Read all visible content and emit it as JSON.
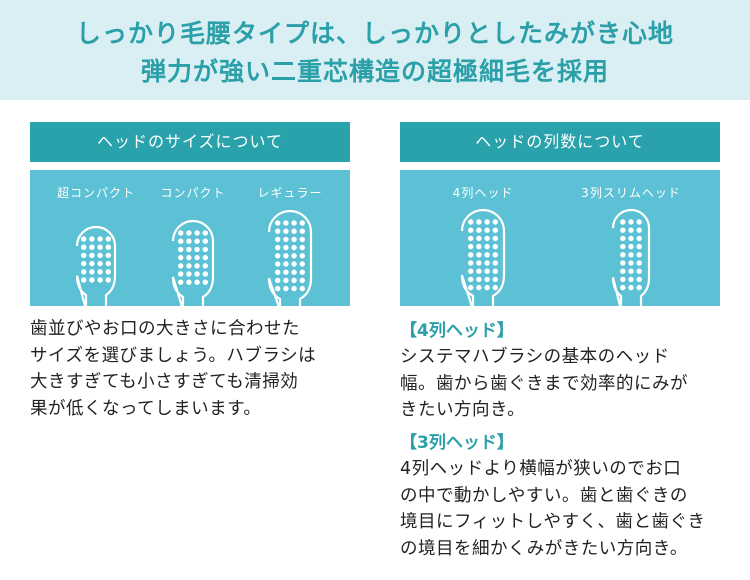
{
  "header": {
    "line1": "しっかり毛腰タイプは、しっかりとしたみがき心地",
    "line2": "弾力が強い二重芯構造の超極細毛を採用"
  },
  "left": {
    "tab_title": "ヘッドのサイズについて",
    "labels": [
      "超コンパクト",
      "コンパクト",
      "レギュラー"
    ],
    "description": [
      "歯並びやお口の大きさに合わせた",
      "サイズを選びましょう。ハブラシは",
      "大きすぎても小さすぎても清掃効",
      "果が低くなってしまいます。"
    ]
  },
  "right": {
    "tab_title": "ヘッドの列数について",
    "labels": [
      "4列ヘッド",
      "3列スリムヘッド"
    ],
    "sections": [
      {
        "heading": "【4列ヘッド】",
        "lines": [
          "システマハブラシの基本のヘッド",
          "幅。歯から歯ぐきまで効率的にみが",
          "きたい方向き。"
        ]
      },
      {
        "heading": "【3列ヘッド】",
        "lines": [
          "4列ヘッドより横幅が狭いのでお口",
          "の中で動かしやすい。歯と歯ぐきの",
          "境目にフィットしやすく、歯と歯ぐき",
          "の境目を細かくみがきたい方向き。"
        ]
      }
    ]
  },
  "colors": {
    "accent_teal": "#29a2ab",
    "panel_blue": "#5cc1d4",
    "header_bg": "#daeff3",
    "heading_text": "#2ba0a8"
  }
}
